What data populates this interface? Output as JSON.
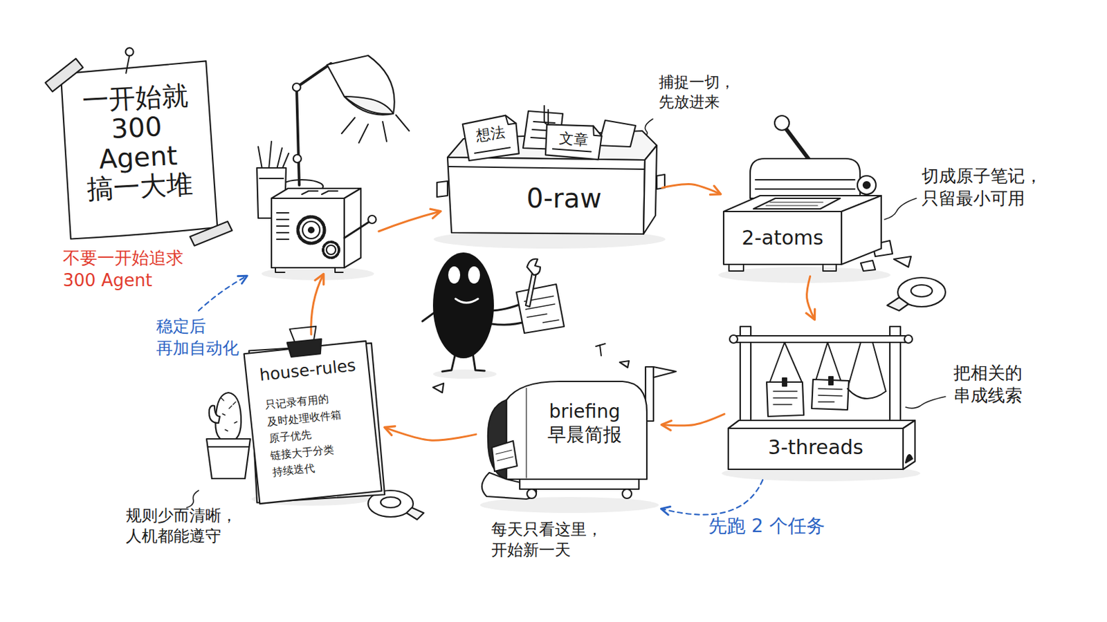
{
  "diagram": {
    "nodes": [
      {
        "text": [
          "一开始就 300 Agent 搞一大堆"
        ]
      },
      {
        "text": [
          "0-raw"
        ]
      },
      {
        "text": [
          "想法"
        ],
        "in": 1
      },
      {
        "text": [
          "文章"
        ],
        "in": 1
      },
      {
        "text": [
          "2-atoms"
        ]
      },
      {
        "text": [
          "3-threads"
        ]
      },
      {
        "text": [
          "briefing 早晨简报"
        ]
      },
      {
        "text": [
          "house-rules",
          "只记录有用的 及时处理收件箱 原子优先 链接大于分类 持续迭代"
        ]
      }
    ],
    "edges": [
      {
        "from": 1,
        "to": 4,
        "arrow": "to"
      },
      {
        "from": 4,
        "to": 5,
        "arrow": "to"
      },
      {
        "from": 5,
        "to": 6,
        "arrow": "to"
      },
      {
        "from": 6,
        "to": 7,
        "arrow": "to"
      }
    ],
    "labels": [
      "不要一开始追求 300 Agent",
      "稳定后 再加自动化",
      "捕捉一切， 先放进来",
      "切成原子笔记， 只留最小可用",
      "把相关的 串成线索",
      "每天只看这里， 开始新一天",
      "规则少而清晰， 人机都能遵守",
      "先跑 2 个任务"
    ]
  }
}
